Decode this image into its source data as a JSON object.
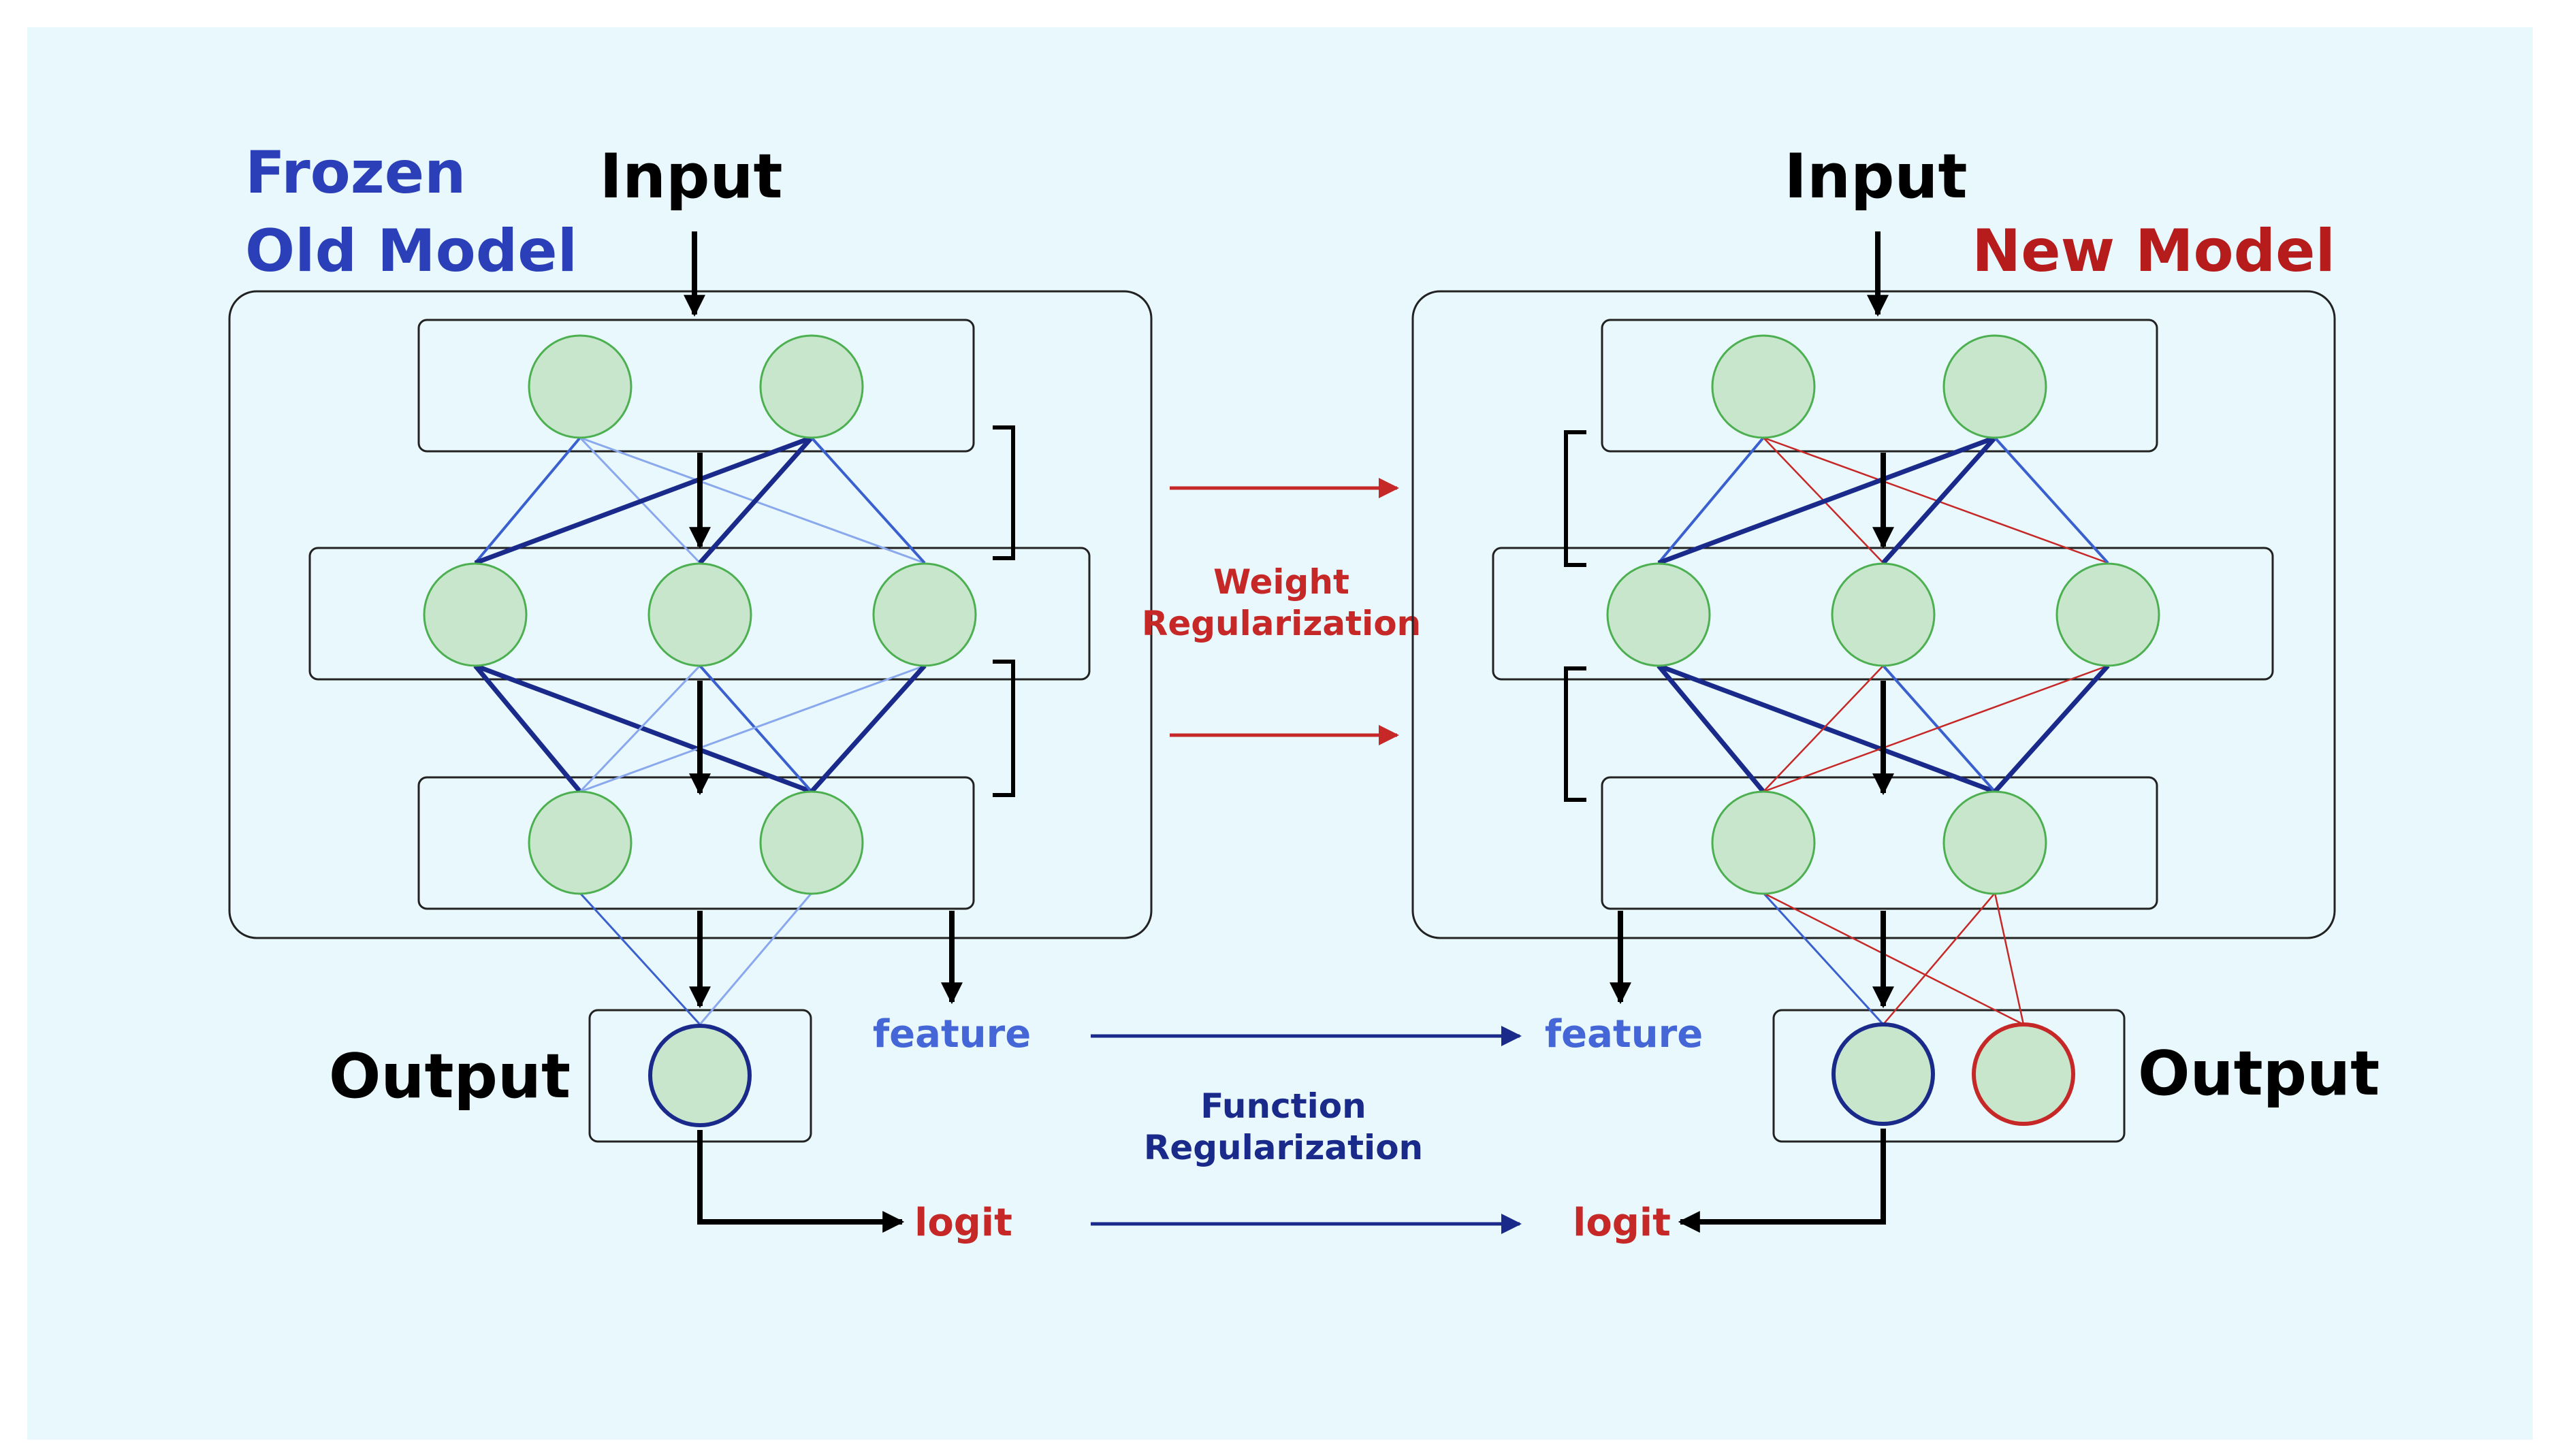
{
  "colors": {
    "background": "#e8f8fc",
    "node_fill": "#c8e6cc",
    "node_stroke": "#4caf50",
    "blue_label": "#2a3fb8",
    "red_label": "#b71c1c",
    "feature_blue": "#4466d6",
    "dark_blue": "#1a2a8a",
    "mid_blue": "#3a5fcf",
    "light_blue": "#8aa8ee",
    "red_line": "#c62828",
    "black": "#000000"
  },
  "left_model": {
    "title_line1": "Frozen",
    "title_line2": "Old Model",
    "input_label": "Input",
    "output_label": "Output",
    "feature_label": "feature",
    "logit_label": "logit"
  },
  "right_model": {
    "title": "New Model",
    "input_label": "Input",
    "output_label": "Output",
    "feature_label": "feature",
    "logit_label": "logit"
  },
  "middle": {
    "weight_reg_line1": "Weight",
    "weight_reg_line2": "Regularization",
    "function_reg_line1": "Function",
    "function_reg_line2": "Regularization"
  }
}
